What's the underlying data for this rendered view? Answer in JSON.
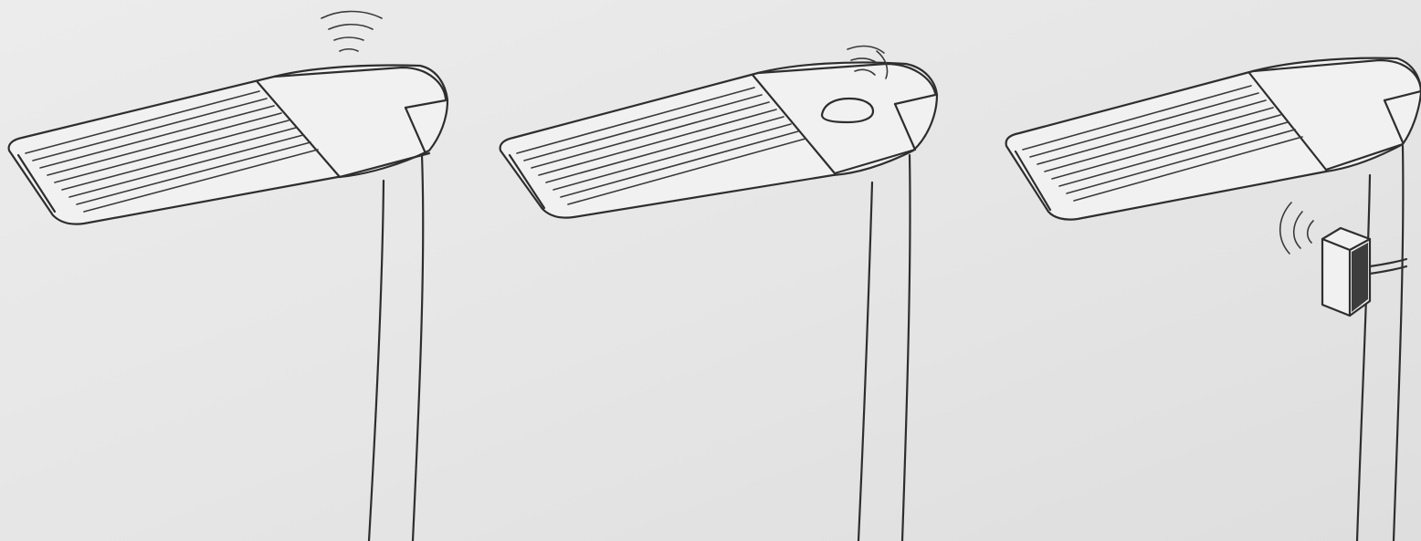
{
  "background_color": "#e9e9e9",
  "ink_color": "#2e2e2e",
  "lamps": [
    {
      "name": "streetlight-1",
      "sensor": "wireless-signal-above-head-icon"
    },
    {
      "name": "streetlight-2",
      "sensor": "dome-sensor-with-signal-icon"
    },
    {
      "name": "streetlight-3",
      "sensor": "pole-mounted-box-with-signal-icon"
    }
  ]
}
